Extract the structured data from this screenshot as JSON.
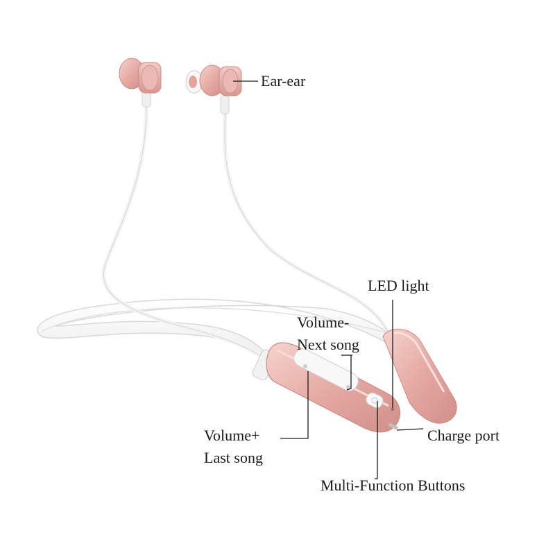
{
  "labels": {
    "ear": "Ear-ear",
    "led": "LED light",
    "volume_down": "Volume-",
    "next_song": "Next song",
    "volume_up": "Volume+",
    "last_song": "Last song",
    "charge_port": "Charge port",
    "multi_function": "Multi-Function Buttons"
  },
  "colors": {
    "rose_gold": "#e9b3ad",
    "cable": "#ffffff",
    "leader_line": "#1a1a1a"
  }
}
